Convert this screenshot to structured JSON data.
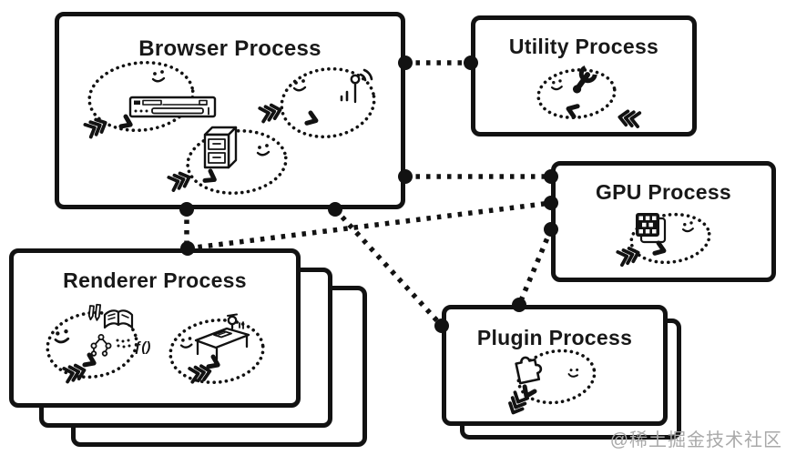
{
  "colors": {
    "ink": "#121212",
    "background": "#ffffff",
    "watermark_gray": "#a9a9a9"
  },
  "watermark": {
    "text": "@稀土掘金技术社区"
  },
  "boxes": {
    "browser": {
      "title": "Browser Process",
      "icons": [
        "browser-ui-icon",
        "storage-icon",
        "network-antenna-icon"
      ]
    },
    "utility": {
      "title": "Utility Process",
      "icons": [
        "wrench-icon"
      ]
    },
    "gpu": {
      "title": "GPU Process",
      "icons": [
        "gpu-chip-icon"
      ]
    },
    "renderer": {
      "title": "Renderer Process",
      "stack_count": 3,
      "function_label": "ƒ()",
      "icons": [
        "pens-icon",
        "open-book-icon",
        "dom-tree-icon",
        "dots-icon",
        "layout-desk-icon"
      ]
    },
    "plugin": {
      "title": "Plugin Process",
      "stack_count": 2,
      "icons": [
        "puzzle-piece-icon"
      ]
    }
  },
  "connections": [
    {
      "from": "browser-process",
      "to": "utility-process",
      "style": "dotted"
    },
    {
      "from": "browser-process",
      "to": "gpu-process",
      "style": "dotted"
    },
    {
      "from": "browser-process",
      "to": "renderer-process",
      "style": "dotted"
    },
    {
      "from": "renderer-process",
      "to": "gpu-process",
      "style": "dotted"
    },
    {
      "from": "browser-process",
      "to": "plugin-process",
      "style": "dotted"
    },
    {
      "from": "gpu-process",
      "to": "plugin-process",
      "style": "dotted"
    }
  ]
}
